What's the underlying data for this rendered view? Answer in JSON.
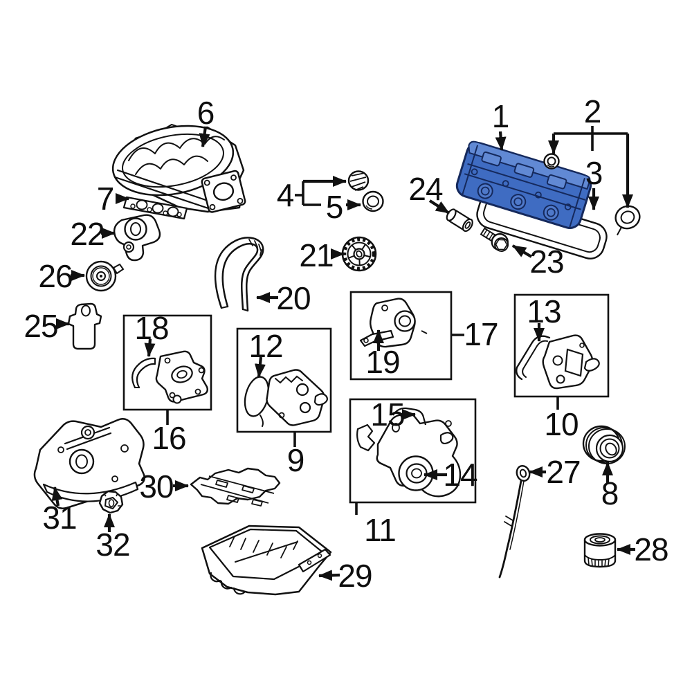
{
  "diagram": {
    "kind": "engine-parts-exploded-diagram",
    "background": "#ffffff",
    "line_color": "#111111",
    "highlight": {
      "fill": "#3f6cc2",
      "stroke": "#15295c",
      "highlighted_callout": "1"
    },
    "callouts": {
      "c1": "1",
      "c2": "2",
      "c3": "3",
      "c4": "4",
      "c5": "5",
      "c6": "6",
      "c7": "7",
      "c8": "8",
      "c9": "9",
      "c10": "10",
      "c11": "11",
      "c12": "12",
      "c13": "13",
      "c14": "14",
      "c15": "15",
      "c16": "16",
      "c17": "17",
      "c18": "18",
      "c19": "19",
      "c20": "20",
      "c21": "21",
      "c22": "22",
      "c23": "23",
      "c24": "24",
      "c25": "25",
      "c26": "26",
      "c27": "27",
      "c28": "28",
      "c29": "29",
      "c30": "30",
      "c31": "31",
      "c32": "32"
    }
  }
}
